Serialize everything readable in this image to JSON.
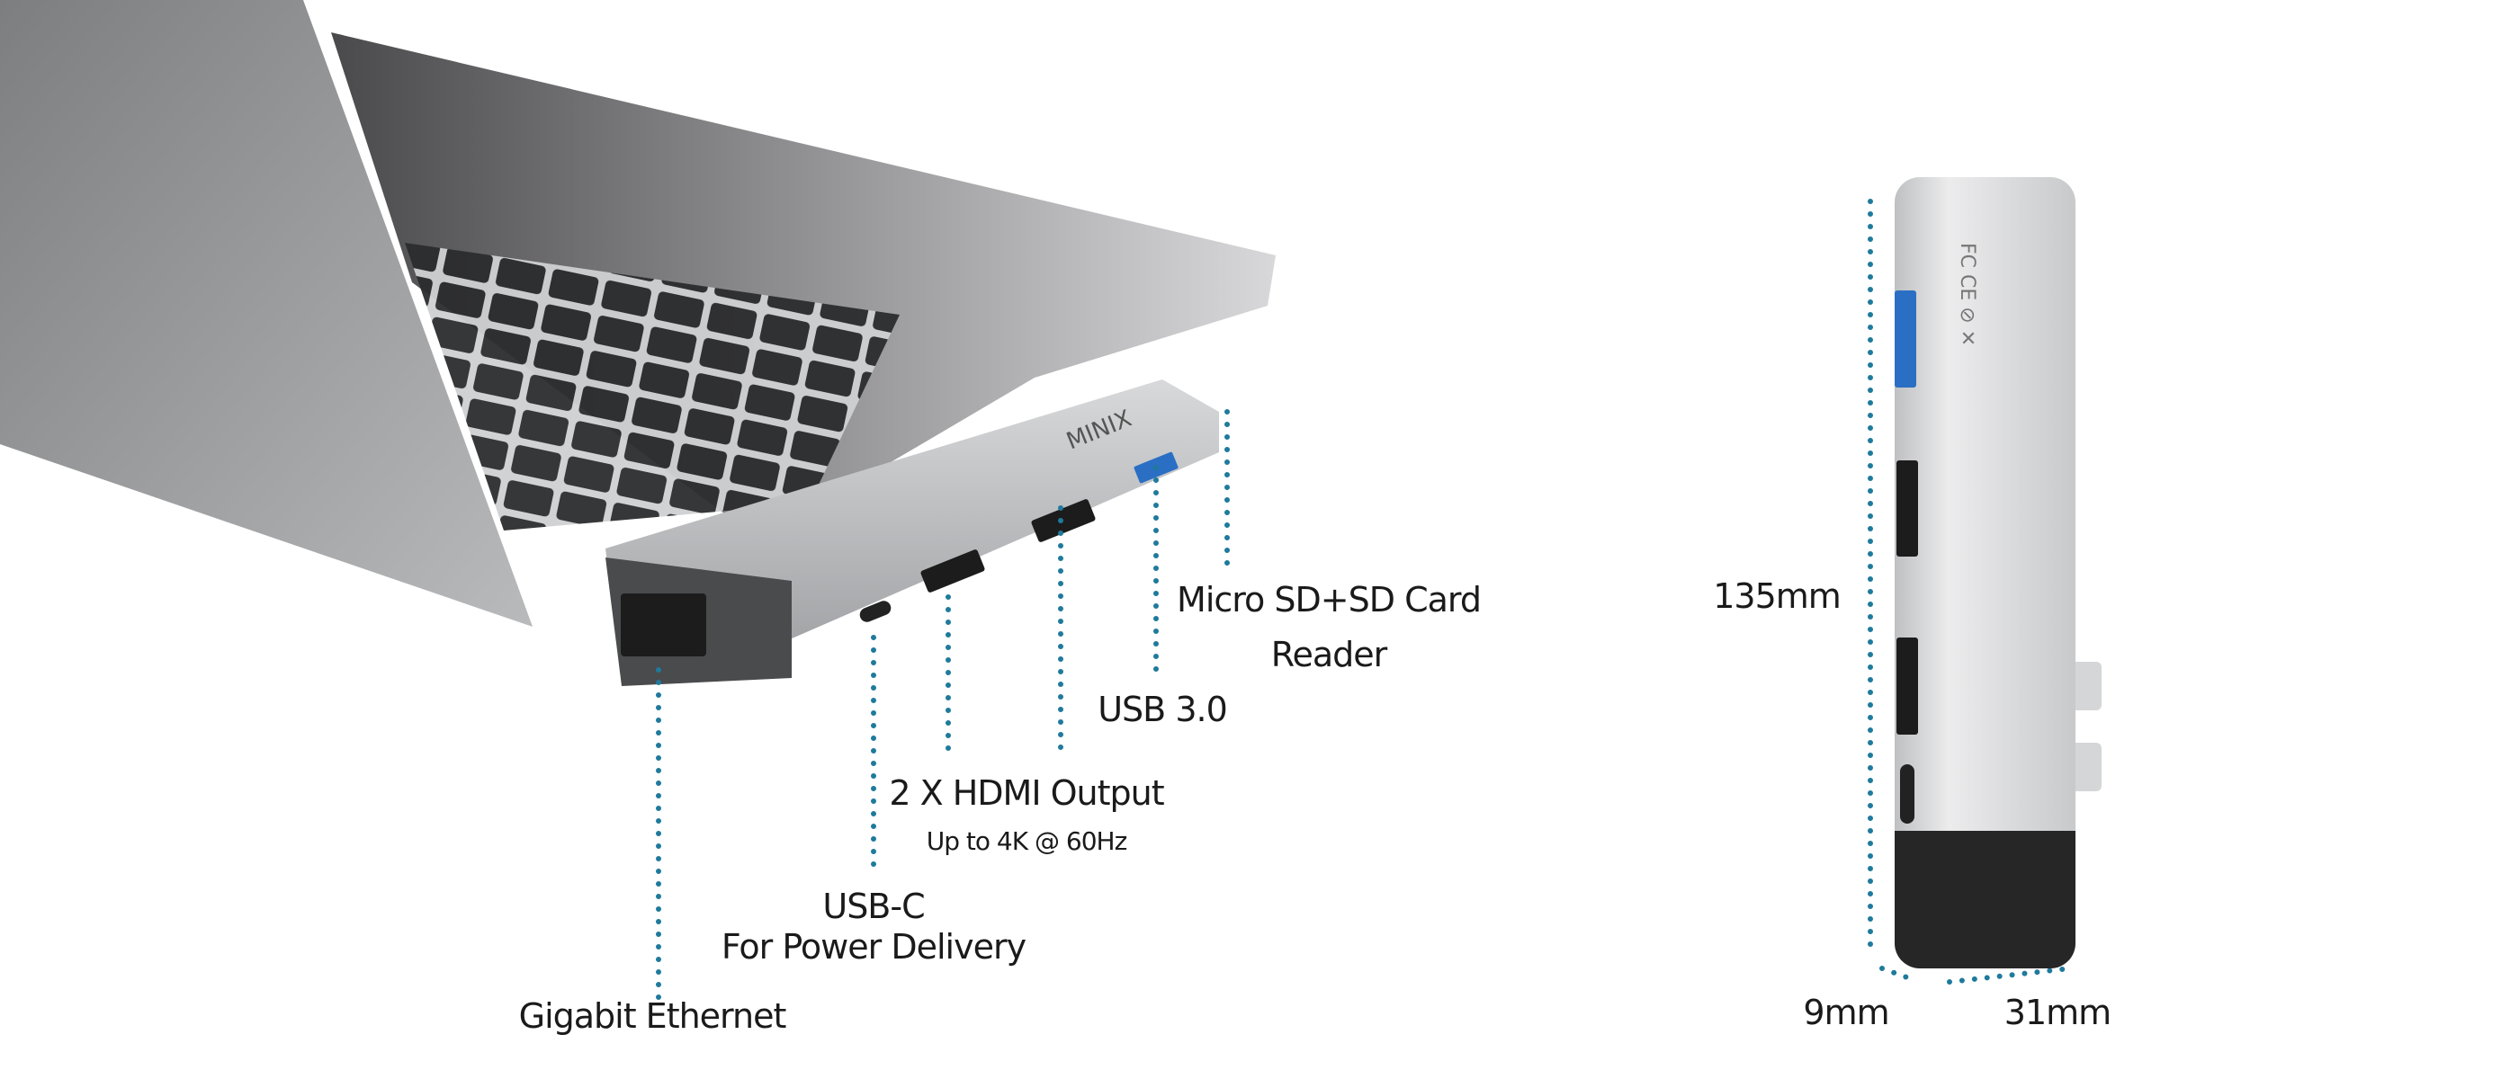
{
  "callouts": {
    "card_reader": {
      "line1": "Micro SD+SD Card",
      "line2": "Reader"
    },
    "usb3": "USB 3.0",
    "hdmi": {
      "title": "2 X HDMI Output",
      "subtitle": "Up to 4K @ 60Hz"
    },
    "usbc": {
      "line1": "USB-C",
      "line2": "For Power Delivery"
    },
    "ethernet": "Gigabit Ethernet"
  },
  "dimensions": {
    "length": "135mm",
    "thickness": "9mm",
    "width": "31mm"
  },
  "brand_logo": "MINIX",
  "colors": {
    "dots": "#1f7a9c",
    "text": "#1a1a1a",
    "silver": "#c9cacc",
    "dark": "#2a2a2a",
    "usb_blue": "#2a6fc4"
  }
}
